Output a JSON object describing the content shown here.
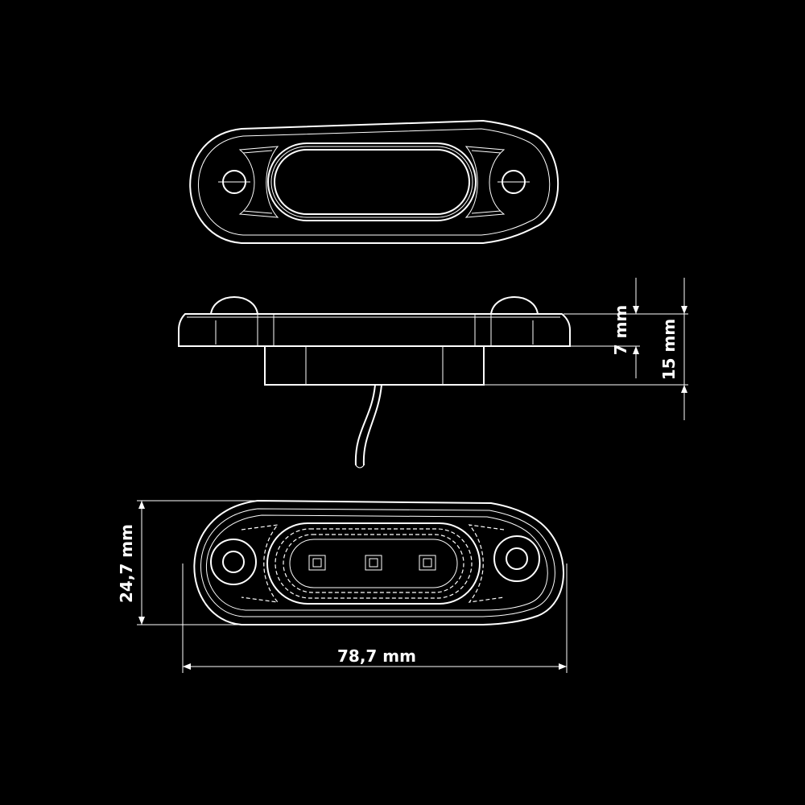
{
  "dimensions": {
    "thickness": "7 mm",
    "height": "15 mm",
    "width": "24,7 mm",
    "length": "78,7 mm"
  },
  "colors": {
    "background": "#000000",
    "line": "#ffffff"
  }
}
